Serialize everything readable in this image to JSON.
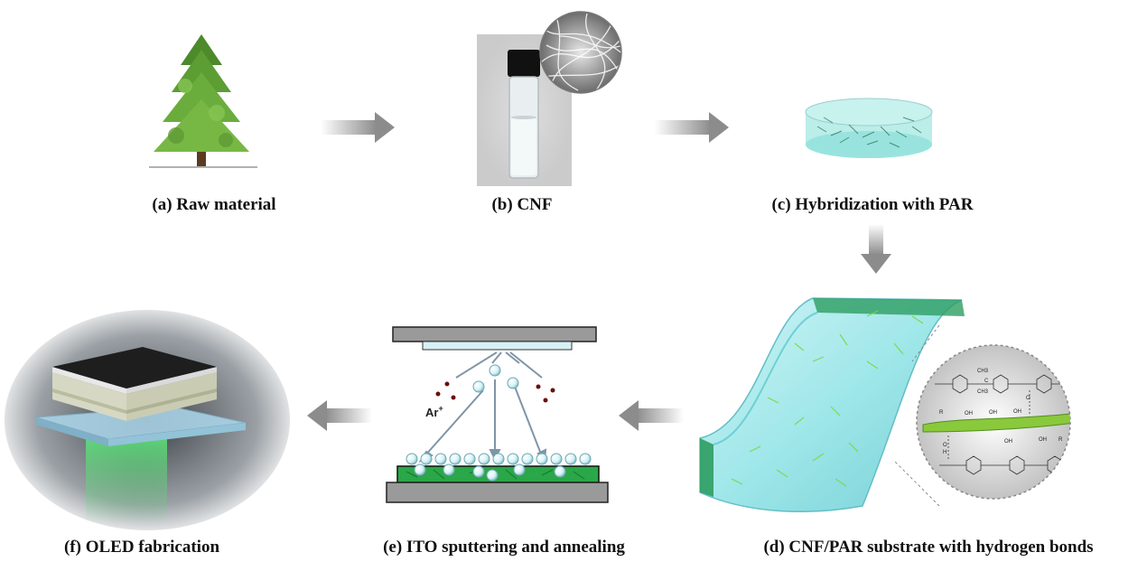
{
  "steps": [
    {
      "id": "a",
      "label": "(a) Raw material"
    },
    {
      "id": "b",
      "label": "(b) CNF"
    },
    {
      "id": "c",
      "label": "(c) Hybridization with PAR"
    },
    {
      "id": "d",
      "label": "(d) CNF/PAR substrate with hydrogen bonds"
    },
    {
      "id": "e",
      "label": "(e) ITO sputtering and annealing"
    },
    {
      "id": "f",
      "label": "(f) OLED fabrication"
    }
  ],
  "sputter": {
    "ion_label": "Ar",
    "ion_charge": "+"
  },
  "chemistry": {
    "groups": [
      "OH",
      "OH",
      "OH",
      "OH",
      "OH",
      "R",
      "R"
    ],
    "atoms": [
      "O",
      "H",
      "O",
      "CH3",
      "C",
      "CH3"
    ]
  },
  "colors": {
    "arrow": "#8c8c8c",
    "glass": "#8fe3e6",
    "fiber": "#5fcf3a",
    "oled_glow": "#5de07a",
    "electrode_dark": "#1e1e1e",
    "target_gray": "#9a9a9a"
  }
}
